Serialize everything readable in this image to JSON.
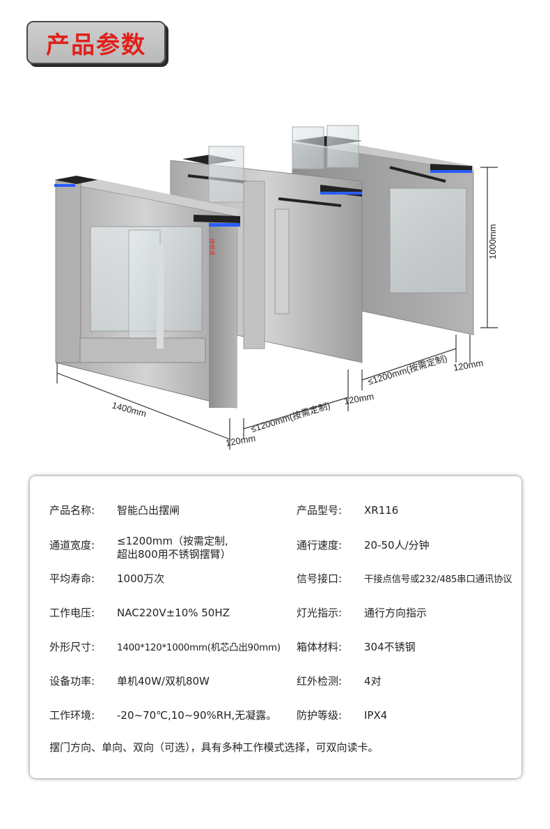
{
  "header": {
    "title": "产品参数"
  },
  "dimensions": {
    "length": "1400mm",
    "width_front": "≤1200mm(按需定制)",
    "width_back": "≤1200mm(按需定制)",
    "depth_a": "120mm",
    "depth_b": "120mm",
    "depth_c": "120mm",
    "height": "1000mm",
    "brand_mark": "捷易通"
  },
  "params": {
    "rows": [
      {
        "left_label": "产品名称:",
        "left_value": "智能凸出摆闸",
        "right_label": "产品型号:",
        "right_value": "XR116"
      },
      {
        "left_label": "通道宽度:",
        "left_value": "≤1200mm（按需定制,\n超出800用不锈钢摆臂）",
        "right_label": "通行速度:",
        "right_value": "20-50人/分钟"
      },
      {
        "left_label": "平均寿命:",
        "left_value": "1000万次",
        "right_label": "信号接口:",
        "right_value": "干接点信号或232/485串口通讯协议"
      },
      {
        "left_label": "工作电压:",
        "left_value": "NAC220V±10% 50HZ",
        "right_label": "灯光指示:",
        "right_value": "通行方向指示"
      },
      {
        "left_label": "外形尺寸:",
        "left_value": "1400*120*1000mm(机芯凸出90mm)",
        "right_label": "箱体材料:",
        "right_value": "304不锈钢"
      },
      {
        "left_label": "设备功率:",
        "left_value": "单机40W/双机80W",
        "right_label": "红外检测:",
        "right_value": "4对"
      },
      {
        "left_label": "工作环境:",
        "left_value": "-20~70℃,10~90%RH,无凝露。",
        "right_label": "防护等级:",
        "right_value": "IPX4"
      }
    ],
    "footer_note": "摆门方向、单向、双向（可选），具有多种工作模式选择，可双向读卡。"
  },
  "colors": {
    "title_red": "#e0201a",
    "steel": "#b8b8b8",
    "led_blue": "#2a5cff"
  }
}
